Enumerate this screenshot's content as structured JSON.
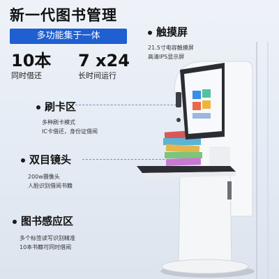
{
  "header": {
    "title": "新一代图书管理",
    "tagline": "多功能集于一体"
  },
  "stats": [
    {
      "value": "10本",
      "label": "同时借还"
    },
    {
      "value": "7 x24",
      "label": "长时间运行"
    }
  ],
  "features": {
    "touchscreen": {
      "title": "触摸屏",
      "lines": [
        "21.5寸电容触摸屏",
        "高清IPS显示屏"
      ]
    },
    "card": {
      "title": "刷卡区",
      "lines": [
        "多种刷卡模式",
        "IC卡借还，身份证借阅"
      ]
    },
    "camera": {
      "title": "双目镜头",
      "lines": [
        "200w摄像头",
        "人脸识别借阅书籍"
      ]
    },
    "sensor": {
      "title": "图书感应区",
      "lines": [
        "多个标签读写识别精准",
        "10本书籍可同时借阅"
      ]
    }
  },
  "colors": {
    "accent": "#1f5fd1",
    "kiosk_body": "#f4f5f7",
    "kiosk_dark": "#2b2d33"
  }
}
